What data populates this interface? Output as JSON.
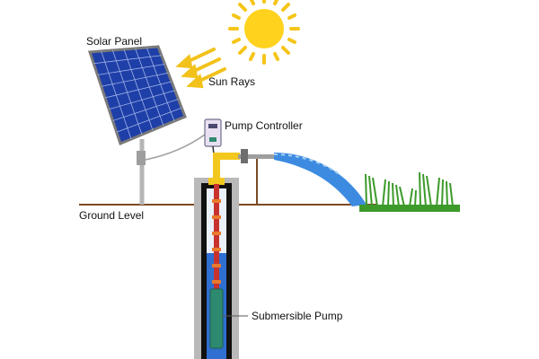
{
  "labels": {
    "solar_panel": "Solar Panel",
    "sun_rays": "Sun Rays",
    "pump_controller": "Pump Controller",
    "ground_level": "Ground Level",
    "submersible_pump": "Submersible Pump"
  },
  "colors": {
    "sun": "#FFD21E",
    "sun_rays": "#F2C21B",
    "panel_cell": "#1F3FA8",
    "panel_frame": "#7A7A7A",
    "water": "#2E6FD1",
    "water_spray": "#3C8BE0",
    "pipe_red": "#C8322E",
    "pipe_yellow": "#F2C81E",
    "casing": "#B9B9B9",
    "well_dark": "#111111",
    "pump_body": "#2E8A6E",
    "grass": "#3C9A2A",
    "ground_line": "#7B4A24",
    "controller": "#E8E0F2"
  },
  "icons": {
    "sun": "sun-icon",
    "solar_panel": "solar-panel-icon",
    "pump_controller": "pump-controller-icon",
    "submersible_pump": "submersible-pump-icon",
    "grass": "grass-icon"
  }
}
